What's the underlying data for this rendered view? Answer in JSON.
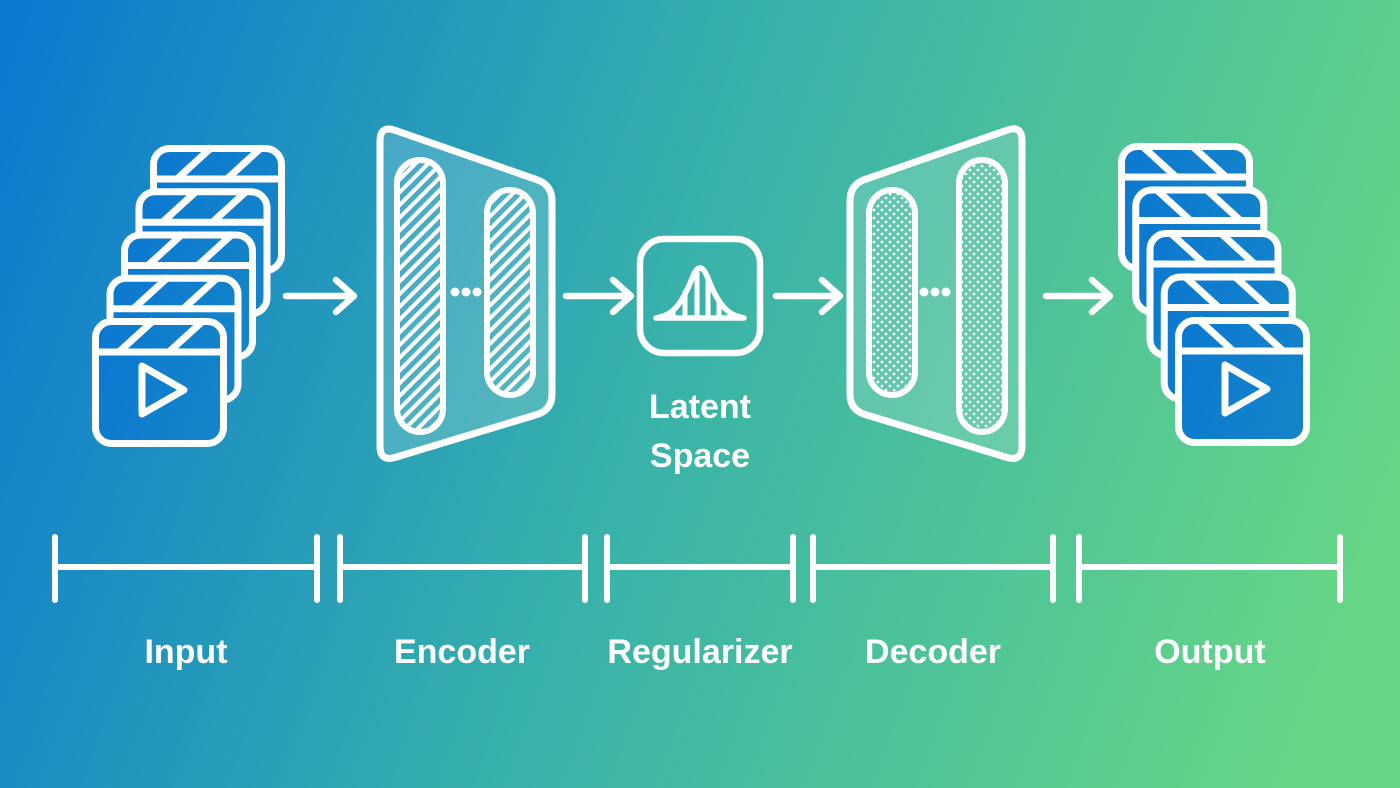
{
  "diagram": {
    "stages": [
      {
        "label": "Input"
      },
      {
        "label": "Encoder"
      },
      {
        "label": "Regularizer"
      },
      {
        "label": "Decoder"
      },
      {
        "label": "Output"
      }
    ],
    "latent": {
      "line1": "Latent",
      "line2": "Space"
    },
    "ellipsis": "...",
    "icons": {
      "input": "video-clip-stack-icon",
      "encoder": "encoder-funnel-icon",
      "latent": "normal-distribution-icon",
      "decoder": "decoder-funnel-icon",
      "output": "video-clip-stack-icon",
      "flow": "arrow-right-icon",
      "front_card": "play-icon"
    },
    "colors": {
      "gradient_start": "#0b78d1",
      "gradient_mid": "#38b2aa",
      "gradient_end": "#66d685",
      "line": "#ffffff",
      "panel_tint": "rgba(255,255,255,0.16)"
    }
  }
}
